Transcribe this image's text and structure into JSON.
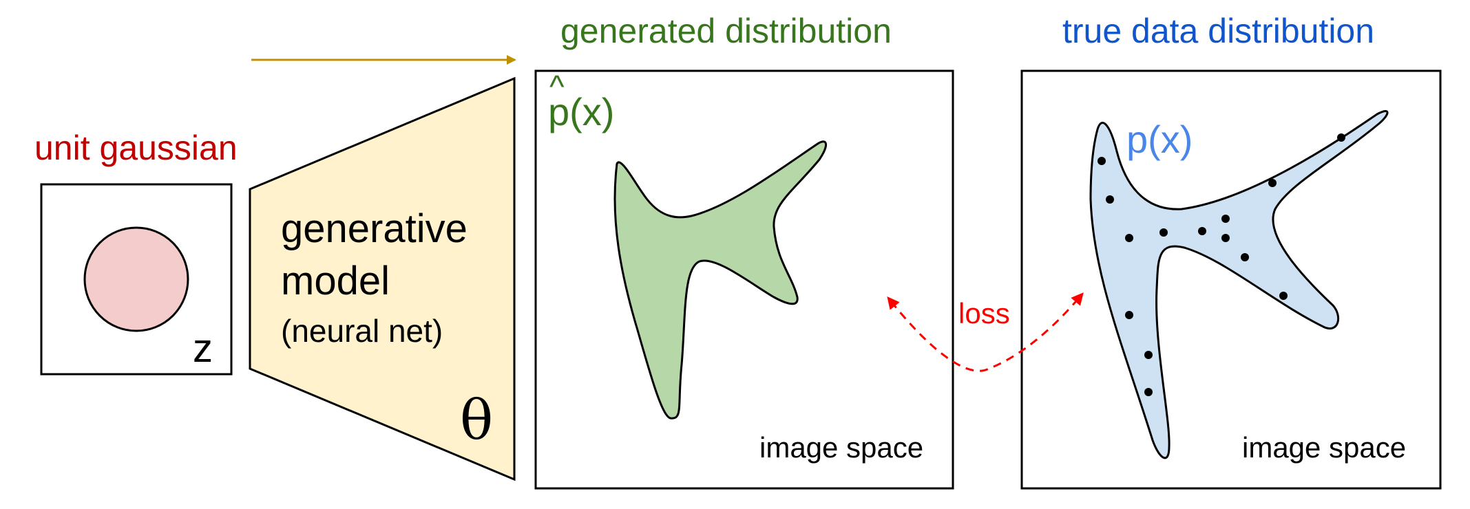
{
  "labels": {
    "unit_gaussian": "unit gaussian",
    "z": "z",
    "generative": "generative",
    "model": "model",
    "neural_net": "(neural net)",
    "theta": "θ",
    "generated_distribution": "generated distribution",
    "p_hat": "p",
    "p_hat_hat": "^",
    "p_hat_arg": "(x)",
    "image_space_left": "image space",
    "true_data_distribution": "true data distribution",
    "p_x": "p(x)",
    "image_space_right": "image space",
    "loss": "loss"
  },
  "colors": {
    "red_label": "#c00000",
    "green_label": "#38761d",
    "blue_label": "#1155cc",
    "light_blue_label": "#4a86e8",
    "gaussian_fill": "#f4cccc",
    "model_fill": "#fff2cc",
    "arrow_orange": "#bf9000",
    "green_fill": "#b6d7a8",
    "blue_fill": "#cfe2f3",
    "loss_red": "#ff0000"
  }
}
